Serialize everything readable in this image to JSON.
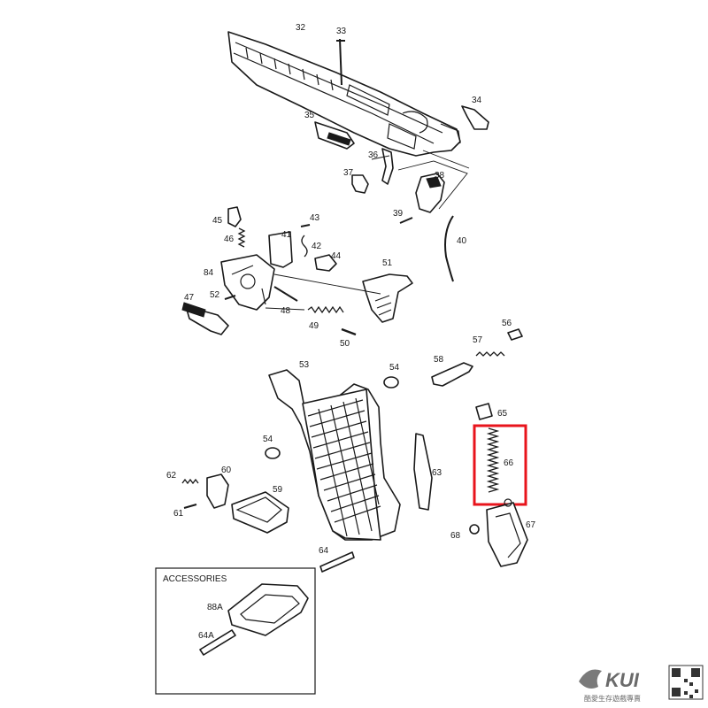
{
  "parts": [
    {
      "id": "32",
      "label": "32"
    },
    {
      "id": "33",
      "label": "33"
    },
    {
      "id": "34",
      "label": "34"
    },
    {
      "id": "35",
      "label": "35"
    },
    {
      "id": "36",
      "label": "36"
    },
    {
      "id": "37",
      "label": "37"
    },
    {
      "id": "38",
      "label": "38"
    },
    {
      "id": "39",
      "label": "39"
    },
    {
      "id": "40",
      "label": "40"
    },
    {
      "id": "41",
      "label": "41"
    },
    {
      "id": "42",
      "label": "42"
    },
    {
      "id": "43",
      "label": "43"
    },
    {
      "id": "44",
      "label": "44"
    },
    {
      "id": "45",
      "label": "45"
    },
    {
      "id": "46",
      "label": "46"
    },
    {
      "id": "47",
      "label": "47"
    },
    {
      "id": "48",
      "label": "48"
    },
    {
      "id": "49",
      "label": "49"
    },
    {
      "id": "50",
      "label": "50"
    },
    {
      "id": "51",
      "label": "51"
    },
    {
      "id": "52",
      "label": "52"
    },
    {
      "id": "53",
      "label": "53"
    },
    {
      "id": "54a",
      "label": "54"
    },
    {
      "id": "54b",
      "label": "54"
    },
    {
      "id": "56",
      "label": "56"
    },
    {
      "id": "57",
      "label": "57"
    },
    {
      "id": "58",
      "label": "58"
    },
    {
      "id": "59",
      "label": "59"
    },
    {
      "id": "60",
      "label": "60"
    },
    {
      "id": "61",
      "label": "61"
    },
    {
      "id": "62",
      "label": "62"
    },
    {
      "id": "63",
      "label": "63"
    },
    {
      "id": "64",
      "label": "64"
    },
    {
      "id": "65",
      "label": "65"
    },
    {
      "id": "66",
      "label": "66"
    },
    {
      "id": "67",
      "label": "67"
    },
    {
      "id": "68",
      "label": "68"
    },
    {
      "id": "84",
      "label": "84"
    }
  ],
  "accessories": {
    "title": "ACCESSORIES",
    "items": [
      {
        "id": "88A",
        "label": "88A"
      },
      {
        "id": "64A",
        "label": "64A"
      }
    ]
  },
  "highlight": {
    "part": "66",
    "color": "#e8141c"
  },
  "brand": {
    "name": "KUI",
    "tagline": "酷愛生存遊戲專賣"
  }
}
